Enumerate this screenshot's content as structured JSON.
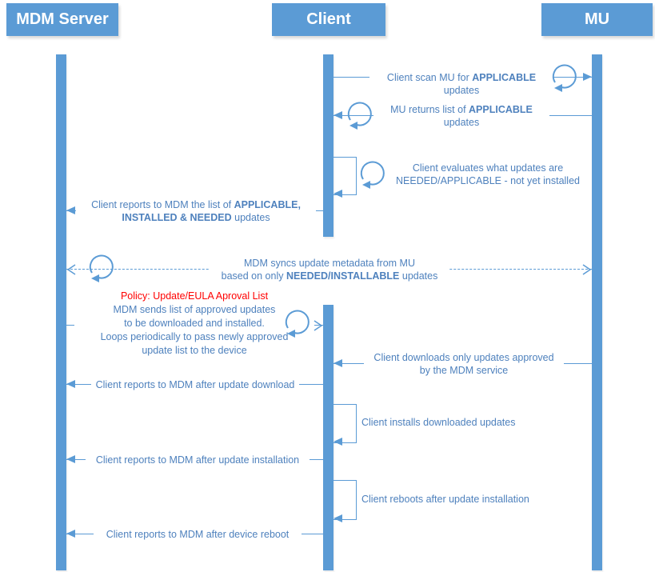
{
  "colors": {
    "primary": "#5B9BD5",
    "label_text": "#4E81BD",
    "policy_text": "#FF0000",
    "background": "#FFFFFF"
  },
  "actors": {
    "mdm": "MDM Server",
    "client": "Client",
    "mu": "MU"
  },
  "messages": {
    "scan": {
      "pre": "Client scan MU for ",
      "b": "APPLICABLE",
      "post": " updates"
    },
    "mu_returns": {
      "pre": "MU returns list of ",
      "b": "APPLICABLE",
      "line2": "updates"
    },
    "evaluates": {
      "line1": "Client evaluates what updates are",
      "line2": "NEEDED/APPLICABLE - not yet installed"
    },
    "report_list": {
      "pre": "Client reports to MDM the list of ",
      "b1": "APPLICABLE,",
      "b2": "INSTALLED & NEEDED",
      "post": " updates"
    },
    "sync": {
      "line1": "MDM syncs update metadata from MU",
      "pre": "based on only ",
      "b": "NEEDED/INSTALLABLE",
      "post": " updates"
    },
    "policy": {
      "title": "Policy: Update/EULA Aproval List",
      "line1": "MDM sends list of approved updates",
      "line2": "to be downloaded and installed.",
      "line3": "Loops periodically to pass newly approved",
      "line4": "update list to the device"
    },
    "download": {
      "line1": "Client downloads only updates approved",
      "line2": "by the MDM service"
    },
    "report_download": {
      "text": "Client reports to MDM after update download"
    },
    "install": {
      "text": "Client installs downloaded updates"
    },
    "report_install": {
      "text": "Client reports to MDM after update installation"
    },
    "reboot": {
      "text": "Client reboots after update installation"
    },
    "report_reboot": {
      "text": "Client reports to MDM after device reboot"
    }
  }
}
